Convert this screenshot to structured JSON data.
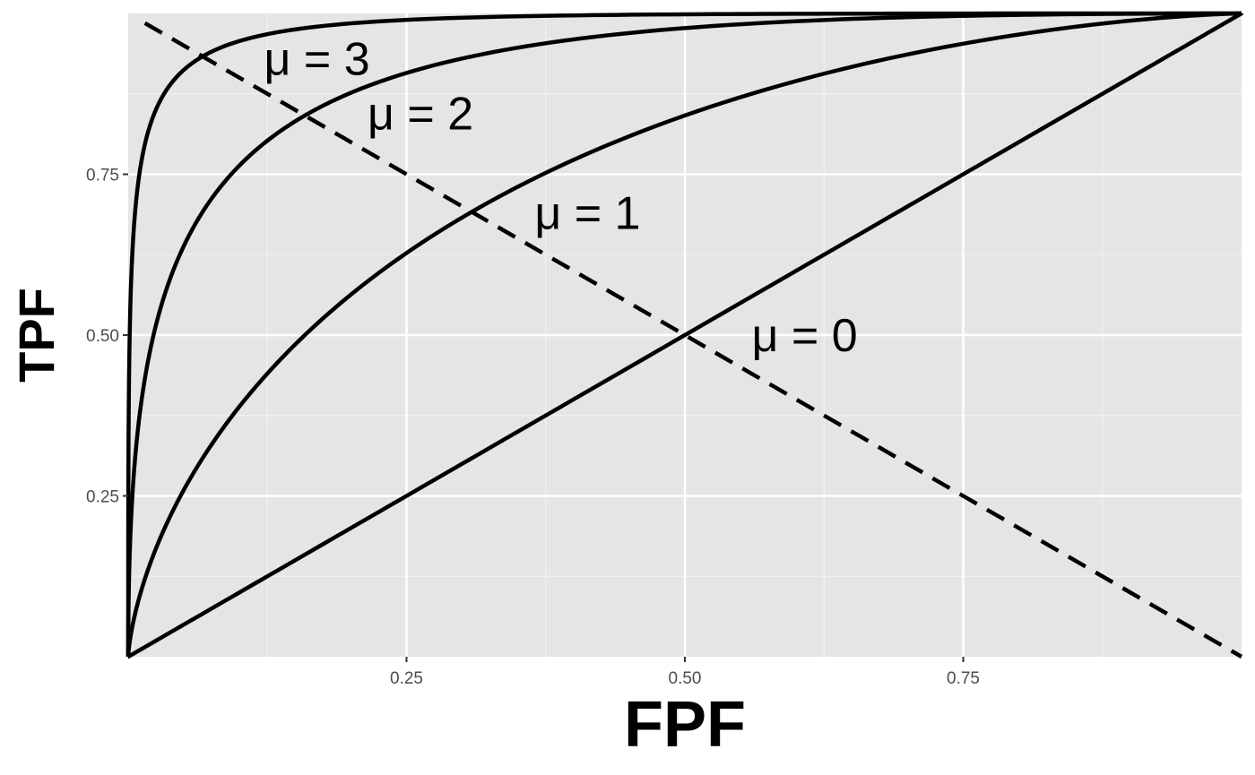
{
  "chart_data": {
    "type": "line",
    "title": "",
    "xlabel": "FPF",
    "ylabel": "TPF",
    "xlim": [
      0,
      1
    ],
    "ylim": [
      0,
      1
    ],
    "x_ticks": [
      0.25,
      0.5,
      0.75
    ],
    "x_tick_labels": [
      "0.25",
      "0.50",
      "0.75"
    ],
    "y_ticks": [
      0.25,
      0.5,
      0.75
    ],
    "y_tick_labels": [
      "0.25",
      "0.50",
      "0.75"
    ],
    "grid": true,
    "series": [
      {
        "label": "μ = 0",
        "mu": 0,
        "x": [
          0,
          0.25,
          0.5,
          0.75,
          1
        ],
        "y": [
          0,
          0.25,
          0.5,
          0.75,
          1
        ],
        "label_at": [
          0.56,
          0.5
        ]
      },
      {
        "label": "μ = 1",
        "mu": 1,
        "x": [
          0,
          0.05,
          0.1,
          0.2,
          0.3,
          0.4,
          0.5,
          0.6,
          0.7,
          0.8,
          0.9,
          1
        ],
        "y": [
          0,
          0.2,
          0.34,
          0.55,
          0.68,
          0.78,
          0.84,
          0.89,
          0.93,
          0.96,
          0.98,
          1
        ],
        "label_at": [
          0.365,
          0.69
        ]
      },
      {
        "label": "μ = 2",
        "mu": 2,
        "x": [
          0,
          0.01,
          0.05,
          0.1,
          0.2,
          0.3,
          0.5,
          0.7,
          1
        ],
        "y": [
          0,
          0.31,
          0.63,
          0.77,
          0.89,
          0.93,
          0.97,
          0.99,
          1
        ],
        "label_at": [
          0.215,
          0.845
        ]
      },
      {
        "label": "μ = 3",
        "mu": 3,
        "x": [
          0,
          0.001,
          0.01,
          0.05,
          0.1,
          0.2,
          0.5,
          1
        ],
        "y": [
          0,
          0.39,
          0.74,
          0.94,
          0.97,
          0.99,
          0.999,
          1
        ],
        "label_at": [
          0.122,
          0.93
        ]
      }
    ],
    "reference_line": {
      "style": "dashed",
      "x": [
        0.015,
        1
      ],
      "y": [
        0.985,
        0
      ]
    }
  }
}
